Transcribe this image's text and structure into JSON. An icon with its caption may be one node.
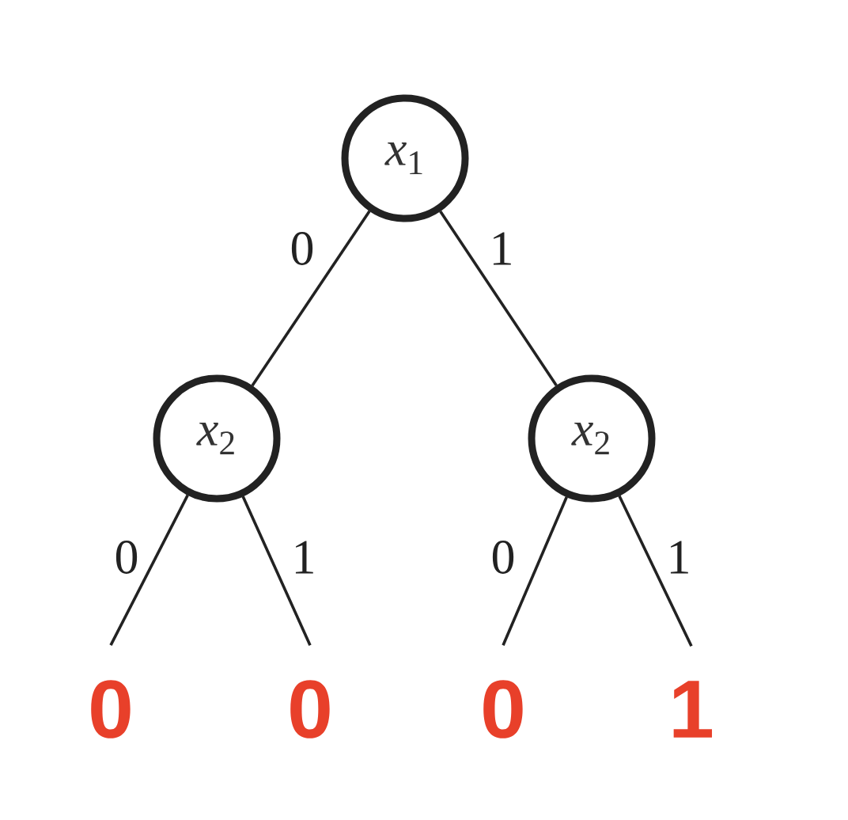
{
  "diagram": {
    "nodes": [
      {
        "text": [
          "*x*$_{1}$"
        ]
      },
      {
        "text": [
          "*x*$_{2}$"
        ]
      },
      {
        "text": [
          "*x*$_{2}$"
        ]
      },
      {
        "text": [
          "0"
        ]
      },
      {
        "text": [
          "0"
        ]
      },
      {
        "text": [
          "0"
        ]
      },
      {
        "text": [
          "1"
        ]
      }
    ],
    "edges": [
      {
        "from": 0,
        "to": 1,
        "arrow": "none",
        "label": "0"
      },
      {
        "from": 0,
        "to": 2,
        "arrow": "none",
        "label": "1"
      },
      {
        "from": 1,
        "to": 3,
        "arrow": "none",
        "label": "0"
      },
      {
        "from": 1,
        "to": 4,
        "arrow": "none",
        "label": "1"
      },
      {
        "from": 2,
        "to": 5,
        "arrow": "none",
        "label": "0"
      },
      {
        "from": 2,
        "to": 6,
        "arrow": "none",
        "label": "1"
      }
    ]
  }
}
